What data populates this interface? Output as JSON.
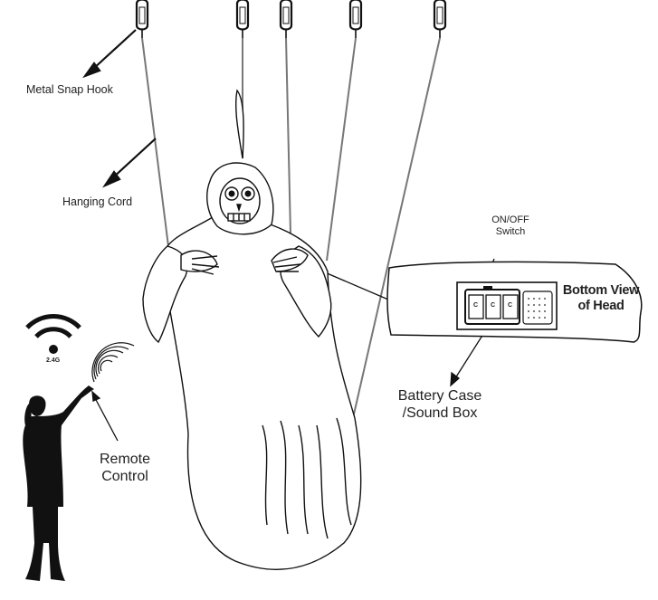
{
  "labels": {
    "snap_hook": "Metal Snap Hook",
    "hanging_cord": "Hanging Cord",
    "switch": [
      "ON/OFF",
      "Switch"
    ],
    "bottom_view": [
      "Bottom View",
      "of Head"
    ],
    "battery": [
      "Battery Case",
      "/Sound Box"
    ],
    "remote": [
      "Remote",
      "Control"
    ],
    "wifi_freq": "2.4G",
    "battery_cells": [
      "C",
      "C",
      "C"
    ]
  },
  "icons": [
    "snap-hook-icon",
    "wifi-icon",
    "signal-wave-icon",
    "person-silhouette-icon",
    "speaker-grille-icon"
  ]
}
